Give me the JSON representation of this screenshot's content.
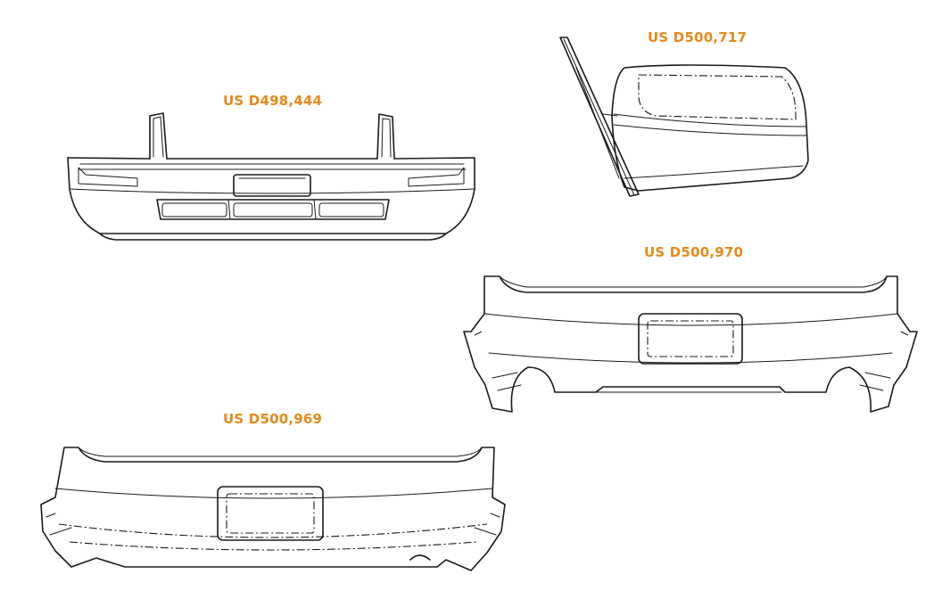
{
  "accent_color": "#e8891a",
  "figures": [
    {
      "id": "front-bumper",
      "label": "US D498,444",
      "icon": "front-bumper-drawing"
    },
    {
      "id": "side-mirror",
      "label": "US D500,717",
      "icon": "side-mirror-drawing"
    },
    {
      "id": "rear-bumper-dual",
      "label": "US D500,970",
      "icon": "rear-bumper-dual-exhaust-drawing"
    },
    {
      "id": "rear-bumper",
      "label": "US D500,969",
      "icon": "rear-bumper-drawing"
    }
  ]
}
